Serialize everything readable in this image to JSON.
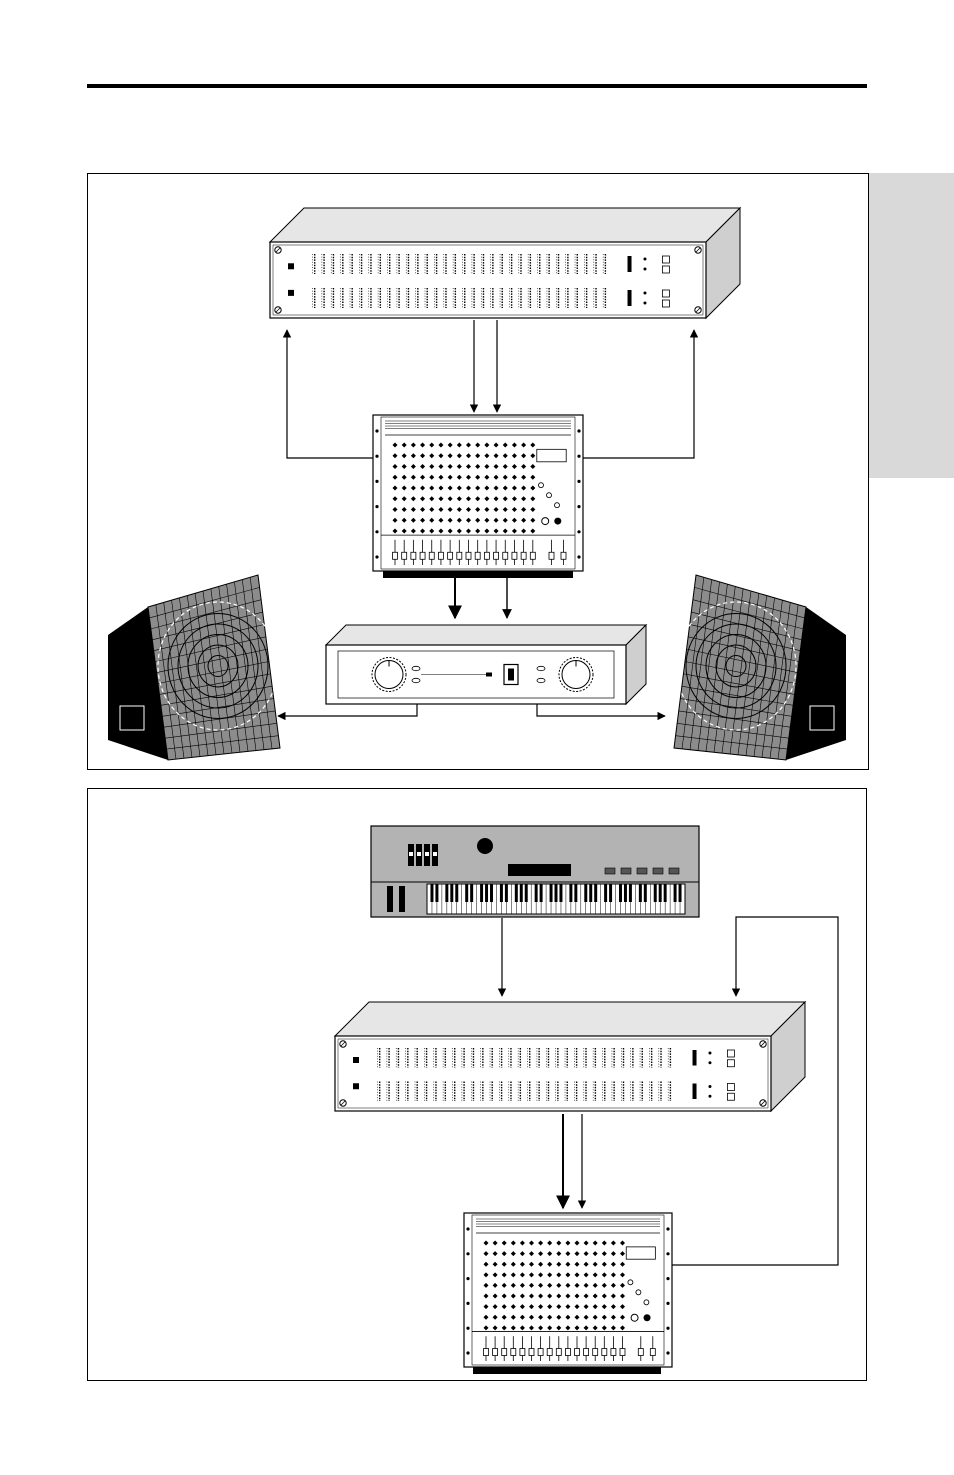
{
  "page": {
    "header_rule": "",
    "side_tab": ""
  },
  "figure_top": {
    "devices": [
      "graphic-equalizer",
      "mixer",
      "power-amplifier",
      "left-monitor-speaker",
      "right-monitor-speaker"
    ],
    "connections": [
      {
        "from": "graphic-equalizer",
        "to": "mixer",
        "kind": "stereo-arrows"
      },
      {
        "from": "mixer",
        "to": "graphic-equalizer",
        "kind": "side-returns"
      },
      {
        "from": "mixer",
        "to": "power-amplifier",
        "kind": "stereo-arrows"
      },
      {
        "from": "power-amplifier",
        "to": "left-monitor-speaker"
      },
      {
        "from": "power-amplifier",
        "to": "right-monitor-speaker"
      }
    ]
  },
  "figure_bottom": {
    "devices": [
      "keyboard-synthesizer",
      "graphic-equalizer",
      "mixer"
    ],
    "connections": [
      {
        "from": "keyboard-synthesizer",
        "to": "graphic-equalizer"
      },
      {
        "from": "mixer",
        "to": "graphic-equalizer",
        "kind": "return-loop"
      },
      {
        "from": "graphic-equalizer",
        "to": "mixer",
        "kind": "stereo-arrows"
      }
    ]
  },
  "colors": {
    "ink": "#000000",
    "panel": "#ffffff",
    "device_side": "#e6e6e6",
    "keyboard_body": "#b3b3b3",
    "speaker_grille": "#8c8c8c",
    "side_tab": "#d9d9d9"
  }
}
